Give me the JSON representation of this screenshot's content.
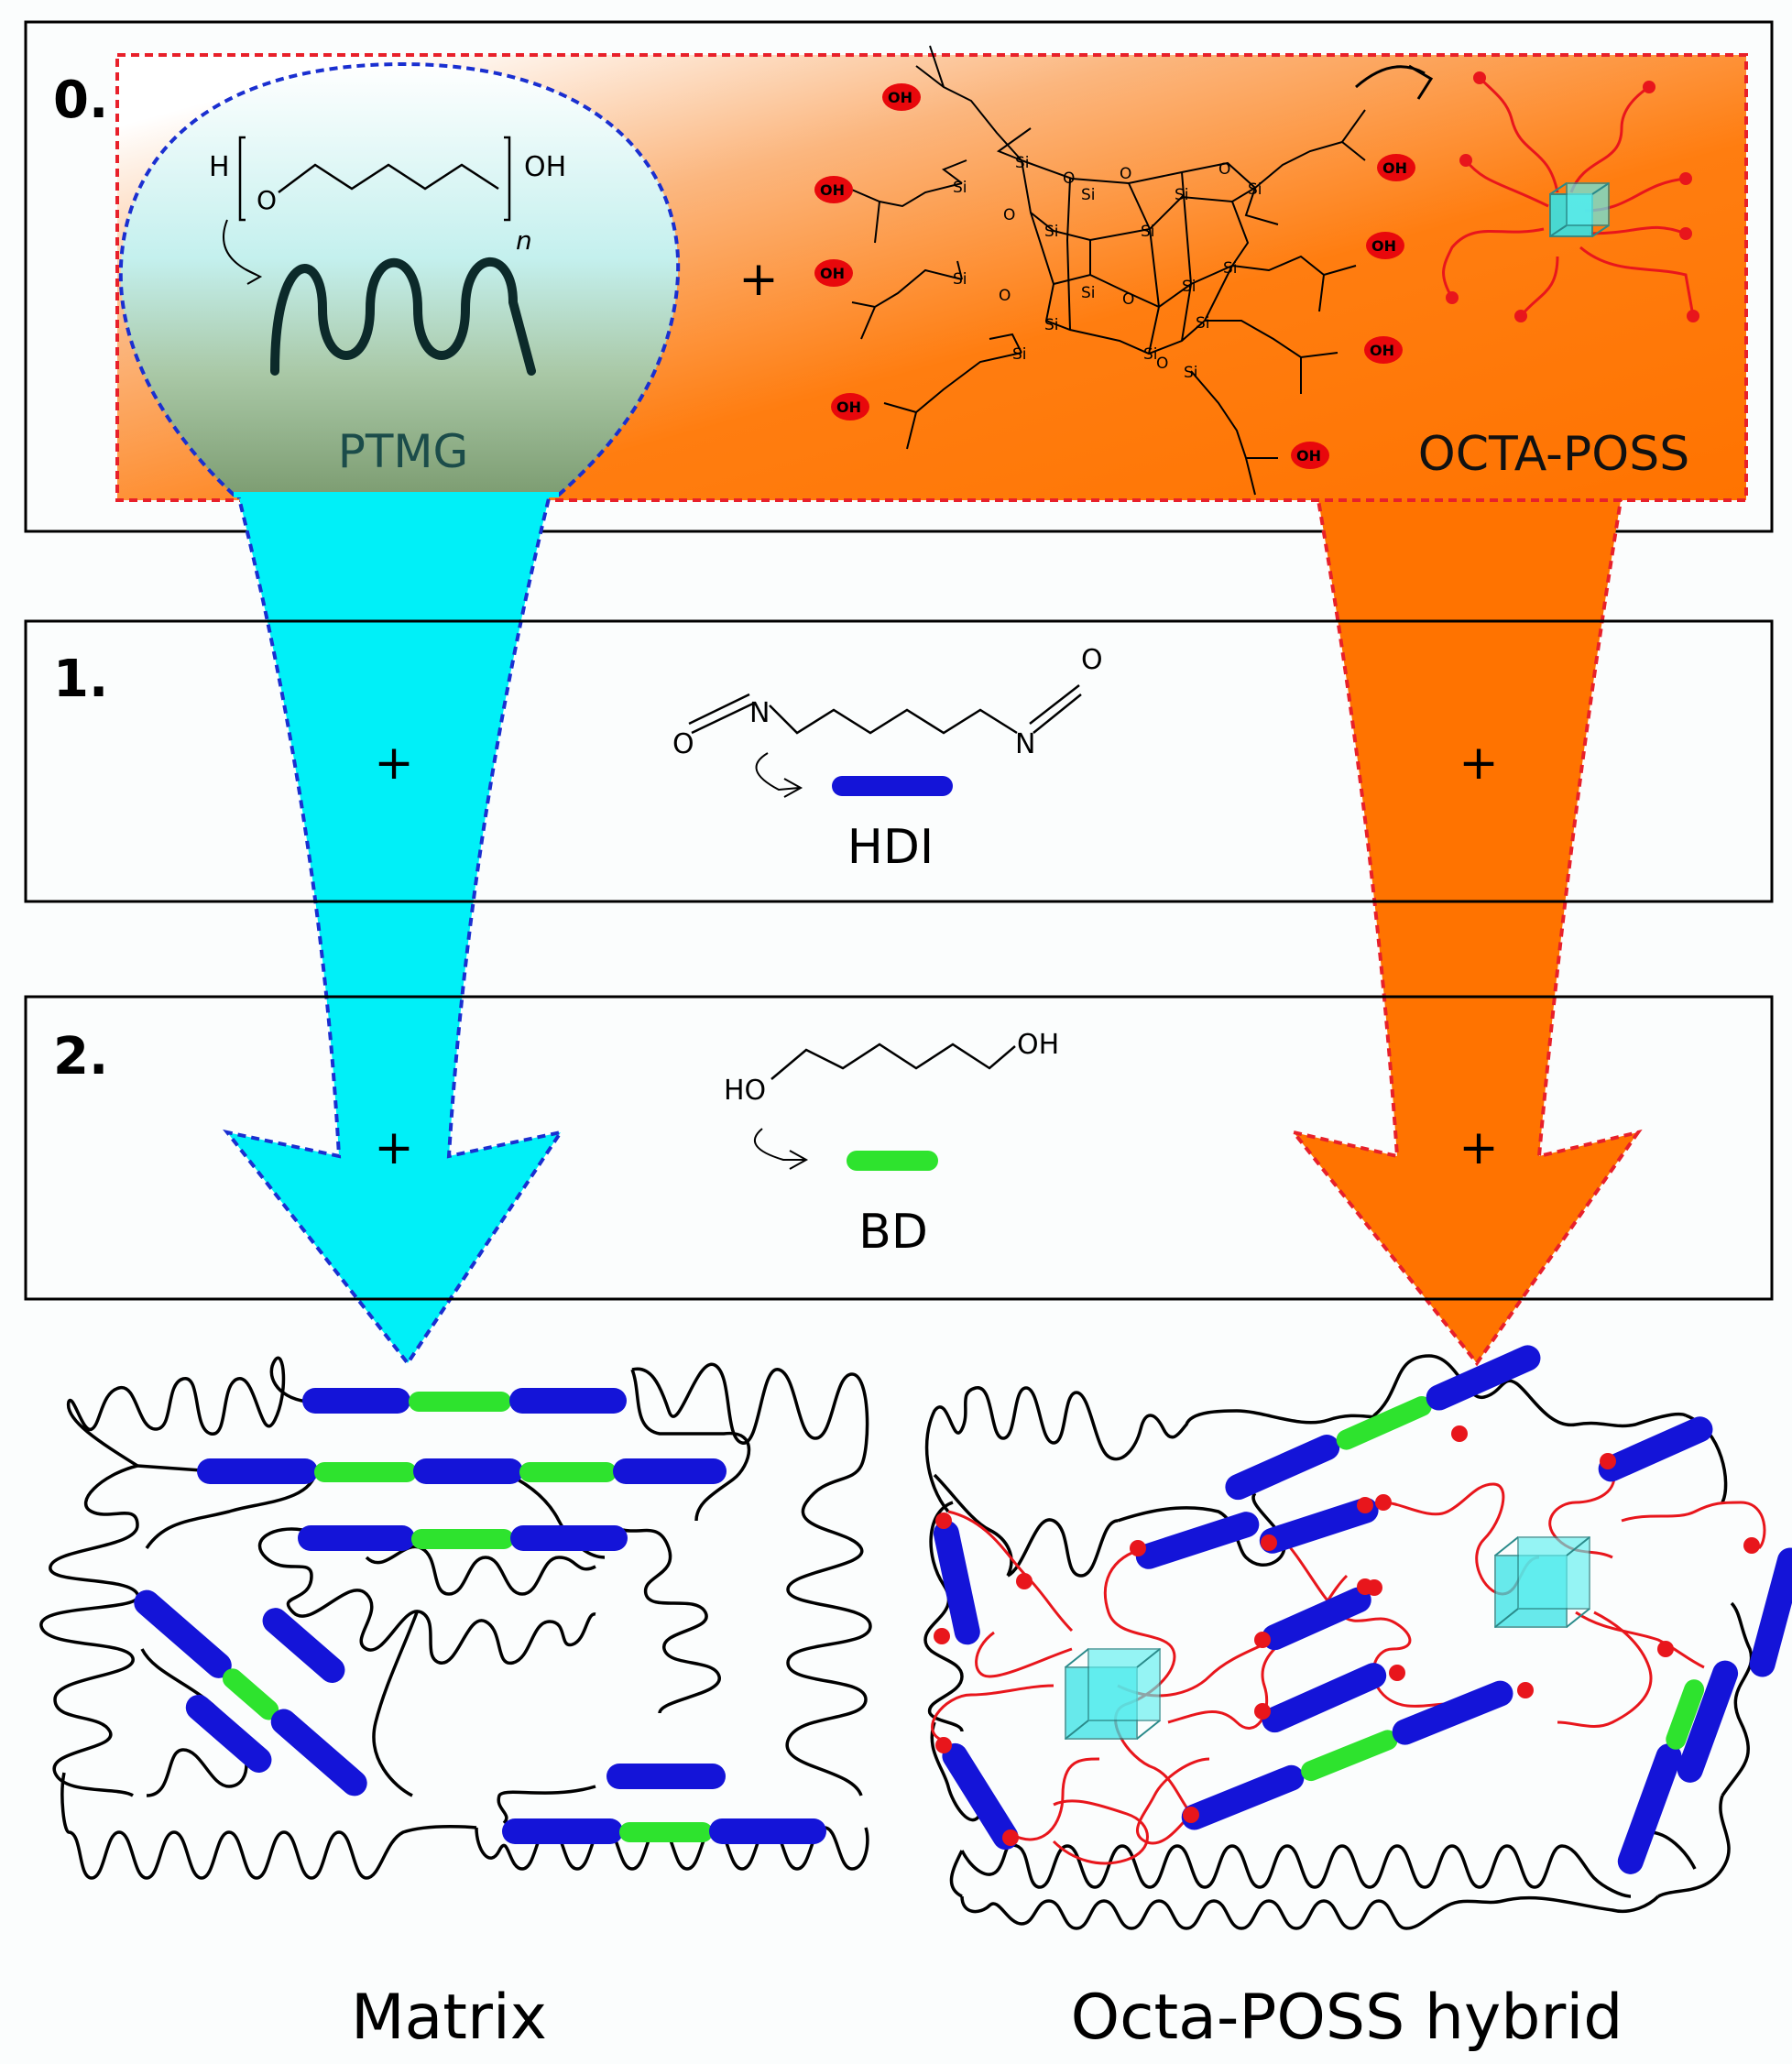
{
  "steps": {
    "step0": "0.",
    "step1": "1.",
    "step2": "2."
  },
  "plus": "+",
  "reagents": {
    "ptmg": {
      "name": "PTMG",
      "end_h": "H",
      "end_oh": "OH",
      "oxygen": "O",
      "repeat": "n"
    },
    "octa_poss": {
      "name": "OCTA-POSS",
      "hydroxyl": "OH",
      "silicon": "Si",
      "oxygen": "O"
    },
    "hdi": {
      "name": "HDI",
      "nitrogen": "N",
      "oxygen": "O"
    },
    "bd": {
      "name": "BD",
      "left_oh": "HO",
      "right_oh": "OH"
    }
  },
  "products": {
    "matrix": "Matrix",
    "hybrid": "Octa-POSS hybrid"
  },
  "colors": {
    "ptmg_fill": "#00f0f8",
    "ptmg_outline": "#1a2fd0",
    "poss_fill": "#ff7300",
    "poss_outline": "#e8202a",
    "hdi_segment": "#1414d8",
    "bd_segment": "#2ee32e",
    "poss_chain": "#e8161c",
    "poss_cube": "#36e3e6",
    "oh_marker": "#e8080c"
  }
}
